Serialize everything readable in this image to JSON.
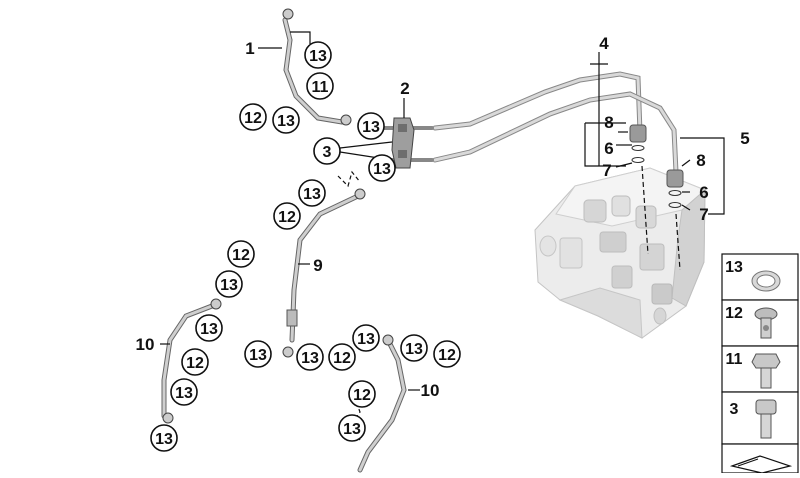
{
  "colors": {
    "line": "#111111",
    "pipe": "#888888",
    "pipe_light": "#d4d4d4",
    "unit_light": "#ececec",
    "unit_mid": "#d2d2d2",
    "unit_dark": "#b4b4b4",
    "background": "#ffffff"
  },
  "callouts": [
    {
      "id": "c1",
      "text": "1",
      "circled": false
    },
    {
      "id": "c2",
      "text": "2",
      "circled": false
    },
    {
      "id": "c3",
      "text": "3",
      "circled": true
    },
    {
      "id": "c4",
      "text": "4",
      "circled": false
    },
    {
      "id": "c5",
      "text": "5",
      "circled": false
    },
    {
      "id": "c6a",
      "text": "6",
      "circled": false
    },
    {
      "id": "c6b",
      "text": "6",
      "circled": false
    },
    {
      "id": "c7a",
      "text": "7",
      "circled": false
    },
    {
      "id": "c7b",
      "text": "7",
      "circled": false
    },
    {
      "id": "c8a",
      "text": "8",
      "circled": false
    },
    {
      "id": "c8b",
      "text": "8",
      "circled": false
    },
    {
      "id": "c9",
      "text": "9",
      "circled": false
    },
    {
      "id": "c10a",
      "text": "10",
      "circled": false
    },
    {
      "id": "c10b",
      "text": "10",
      "circled": false
    },
    {
      "id": "c11",
      "text": "11",
      "circled": true
    },
    {
      "id": "c12a",
      "text": "12",
      "circled": true
    },
    {
      "id": "c12b",
      "text": "12",
      "circled": true
    },
    {
      "id": "c12c",
      "text": "12",
      "circled": true
    },
    {
      "id": "c12d",
      "text": "12",
      "circled": true
    },
    {
      "id": "c12e",
      "text": "12",
      "circled": true
    },
    {
      "id": "c12f",
      "text": "12",
      "circled": true
    },
    {
      "id": "c12g",
      "text": "12",
      "circled": true
    },
    {
      "id": "c13a",
      "text": "13",
      "circled": true
    },
    {
      "id": "c13b",
      "text": "13",
      "circled": true
    },
    {
      "id": "c13c",
      "text": "13",
      "circled": true
    },
    {
      "id": "c13d",
      "text": "13",
      "circled": true
    },
    {
      "id": "c13e",
      "text": "13",
      "circled": true
    },
    {
      "id": "c13f",
      "text": "13",
      "circled": true
    },
    {
      "id": "c13g",
      "text": "13",
      "circled": true
    },
    {
      "id": "c13h",
      "text": "13",
      "circled": true
    },
    {
      "id": "c13i",
      "text": "13",
      "circled": true
    },
    {
      "id": "c13j",
      "text": "13",
      "circled": true
    },
    {
      "id": "c13k",
      "text": "13",
      "circled": true
    },
    {
      "id": "c13l",
      "text": "13",
      "circled": true
    },
    {
      "id": "c13m",
      "text": "13",
      "circled": true
    },
    {
      "id": "c13n",
      "text": "13",
      "circled": true
    }
  ],
  "legend": [
    {
      "id": "leg13",
      "number": "13",
      "part_icon": "sealing-ring-icon"
    },
    {
      "id": "leg12",
      "number": "12",
      "part_icon": "banjo-bolt-icon"
    },
    {
      "id": "leg11",
      "number": "11",
      "part_icon": "hex-bolt-icon"
    },
    {
      "id": "leg3",
      "number": "3",
      "part_icon": "socket-head-screw-icon"
    },
    {
      "id": "leg_tag",
      "number": "",
      "part_icon": "catalog-tag-icon"
    }
  ]
}
